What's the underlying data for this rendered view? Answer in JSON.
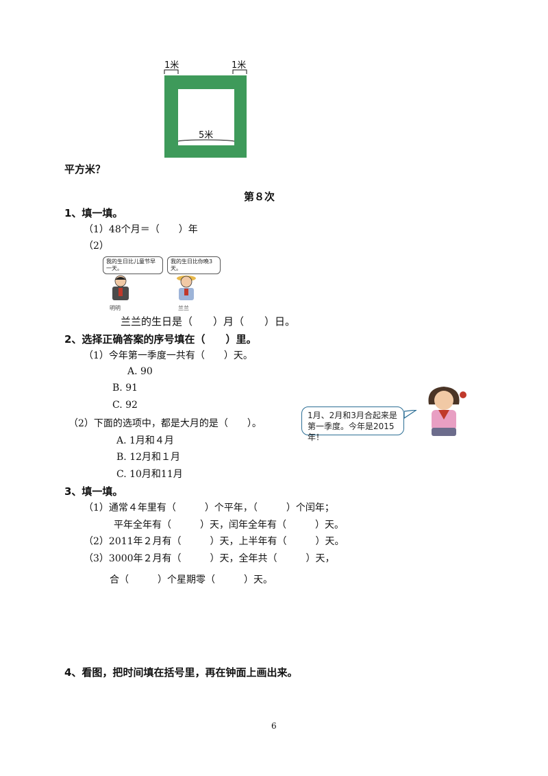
{
  "figure": {
    "label_top_left": "1米",
    "label_top_right": "1米",
    "label_inner": "5米",
    "colors": {
      "frame": "#3e9a5a",
      "background": "#ffffff"
    }
  },
  "intro_tail": "平方米？",
  "section_title": "第８次",
  "q1": {
    "title": "1、填一填。",
    "item1": "（1）48个月＝（　　）年",
    "item2": "（2）",
    "bubble_left": "我的生日比儿童节早一天。",
    "bubble_right": "我的生日比你晚3天。",
    "name_left": "明明",
    "name_right": "兰兰",
    "answer": "兰兰的生日是（　　）月（　　）日。"
  },
  "q2": {
    "title": "2、选择正确答案的序号填在（　　）里。",
    "item1": "（1）今年第一季度一共有（　　）天。",
    "item1_options": [
      "A. 90",
      "B. 91",
      "C. 92"
    ],
    "item2": "（2）下面的选项中，都是大月的是（　　）。",
    "item2_options": [
      "A. 1月和４月",
      "B. 12月和１月",
      "C. 10月和11月"
    ],
    "bubble": "1月、2月和3月合起来是第一季度。今年是2015年！"
  },
  "q3": {
    "title": "3、填一填。",
    "line1": "（1）通常４年里有（　　　）个平年，（　　　）个闰年；",
    "line2": "平年全年有（　　　）天，闰年全年有（　　　）天。",
    "line3": "（2）2011年２月有（　　　）天，上半年有（　　　）天。",
    "line4": "（3）3000年２月有（　　　）天，全年共（　　　）天，",
    "line5": "合（　　　）个星期零（　　　）天。"
  },
  "q4": {
    "title": "4、看图，把时间填在括号里，再在钟面上画出来。"
  },
  "page_number": "6"
}
